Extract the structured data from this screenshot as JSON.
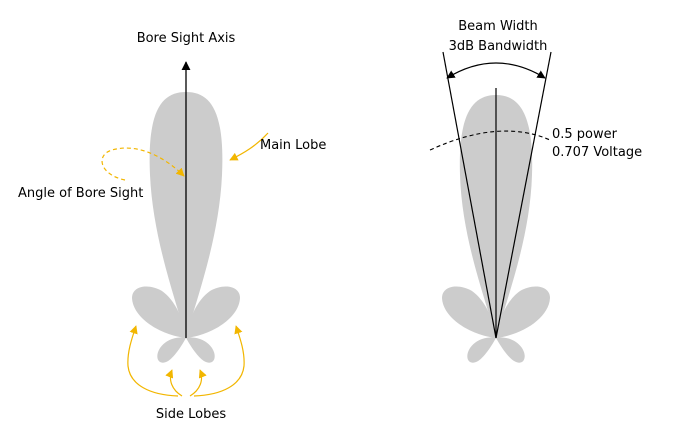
{
  "left": {
    "axis_label": "Bore Sight Axis",
    "main_lobe_label": "Main Lobe",
    "angle_label": "Angle of Bore Sight",
    "side_lobes_label": "Side Lobes"
  },
  "right": {
    "beam_width_label": "Beam Width",
    "bandwidth_label": "3dB Bandwidth",
    "power_label": "0.5 power",
    "voltage_label": "0.707 Voltage"
  },
  "colors": {
    "lobe": "#cccccc",
    "arrow": "#f2b600",
    "line": "#000000"
  }
}
